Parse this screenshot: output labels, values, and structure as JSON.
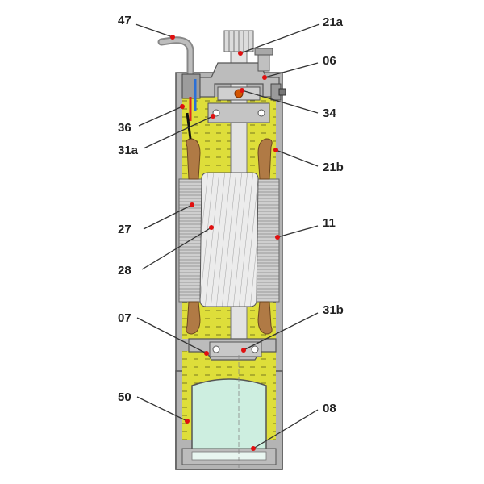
{
  "colors": {
    "oil": "#dede3a",
    "oil_dash": "#7a7a20",
    "housing": "#a8a8a8",
    "housing_dark": "#5a5a5a",
    "stator": "#c8c8c8",
    "rotor": "#e6e6e6",
    "winding": "#b07a45",
    "membrane": "#cdeee0",
    "marker": "#e01010",
    "blue_wire": "#2a6fd6",
    "leader": "#333333"
  },
  "labels": [
    {
      "id": "47",
      "text": "47"
    },
    {
      "id": "21a",
      "text": "21a"
    },
    {
      "id": "06",
      "text": "06"
    },
    {
      "id": "36",
      "text": "36"
    },
    {
      "id": "34",
      "text": "34"
    },
    {
      "id": "31a",
      "text": "31a"
    },
    {
      "id": "21b",
      "text": "21b"
    },
    {
      "id": "27",
      "text": "27"
    },
    {
      "id": "11",
      "text": "11"
    },
    {
      "id": "28",
      "text": "28"
    },
    {
      "id": "07",
      "text": "07"
    },
    {
      "id": "31b",
      "text": "31b"
    },
    {
      "id": "50",
      "text": "50"
    },
    {
      "id": "08",
      "text": "08"
    }
  ]
}
